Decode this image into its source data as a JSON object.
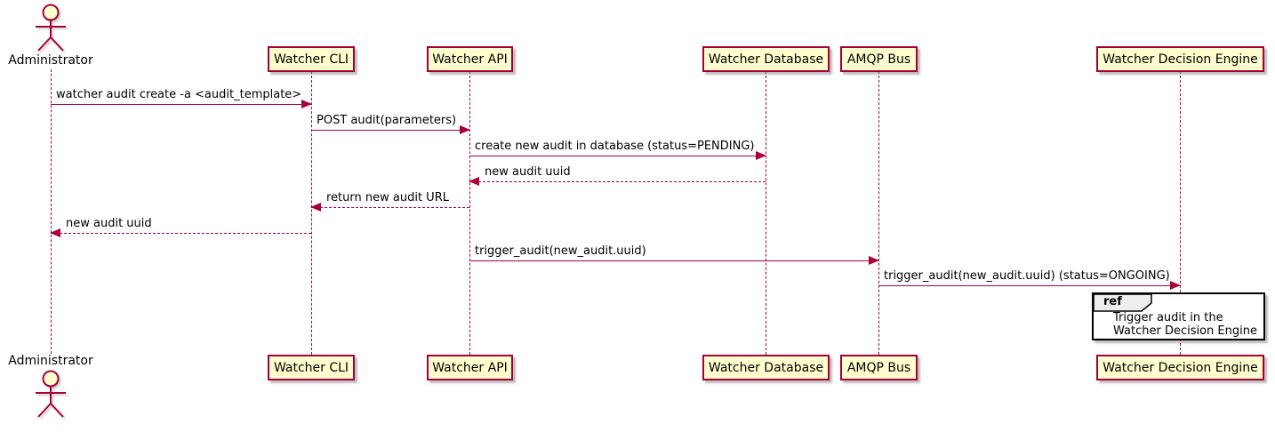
{
  "diagram": {
    "type": "sequence-diagram",
    "actor": {
      "label": "Administrator"
    },
    "participants": [
      {
        "label": "Watcher CLI"
      },
      {
        "label": "Watcher API"
      },
      {
        "label": "Watcher Database"
      },
      {
        "label": "AMQP Bus"
      },
      {
        "label": "Watcher Decision Engine"
      }
    ],
    "messages": [
      {
        "from": "Administrator",
        "to": "Watcher CLI",
        "label": "watcher audit create -a <audit_template>",
        "line": "solid",
        "direction": "right"
      },
      {
        "from": "Watcher CLI",
        "to": "Watcher API",
        "label": "POST audit(parameters)",
        "line": "solid",
        "direction": "right"
      },
      {
        "from": "Watcher API",
        "to": "Watcher Database",
        "label": "create new audit in database (status=PENDING)",
        "line": "solid",
        "direction": "right"
      },
      {
        "from": "Watcher Database",
        "to": "Watcher API",
        "label": "new audit uuid",
        "line": "dashed",
        "direction": "left"
      },
      {
        "from": "Watcher API",
        "to": "Watcher CLI",
        "label": "return new audit URL",
        "line": "dashed",
        "direction": "left"
      },
      {
        "from": "Watcher CLI",
        "to": "Administrator",
        "label": "new audit uuid",
        "line": "dashed",
        "direction": "left"
      },
      {
        "from": "Watcher API",
        "to": "AMQP Bus",
        "label": "trigger_audit(new_audit.uuid)",
        "line": "solid",
        "direction": "right"
      },
      {
        "from": "AMQP Bus",
        "to": "Watcher Decision Engine",
        "label": "trigger_audit(new_audit.uuid) (status=ONGOING)",
        "line": "solid",
        "direction": "right"
      }
    ],
    "ref": {
      "keyword": "ref",
      "lines": [
        "Trigger audit in the",
        "Watcher Decision Engine"
      ]
    },
    "colors": {
      "participant_fill": "#FEFECE",
      "participant_border": "#A80036",
      "line_color": "#A80036",
      "text_color": "#000000",
      "ref_header_fill": "#EEEEEE",
      "ref_border": "#000000",
      "background": "#FFFFFF"
    }
  }
}
